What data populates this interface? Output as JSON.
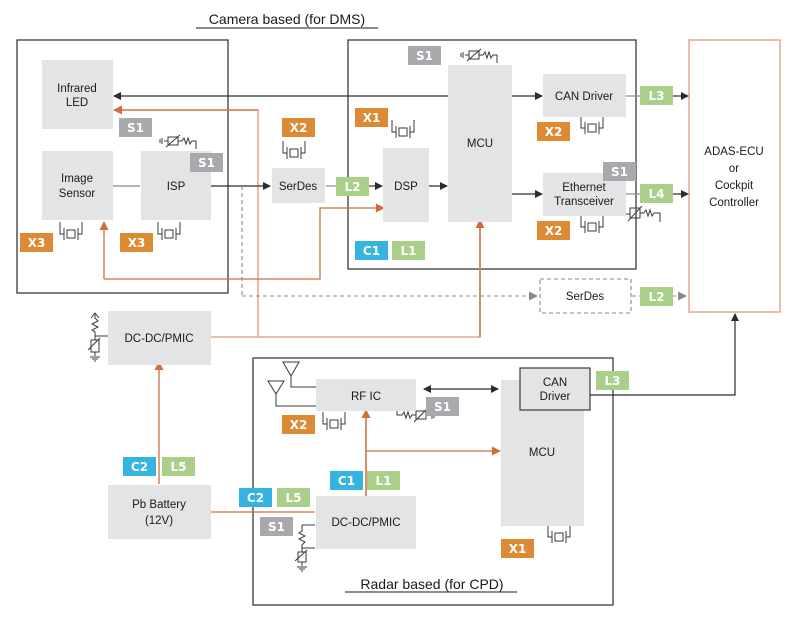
{
  "titles": {
    "camera": "Camera based (for DMS)",
    "radar": "Radar based (for CPD)"
  },
  "colors": {
    "badge_S": "#a7a9ac",
    "badge_X": "#dd8a35",
    "badge_C": "#35b3e1",
    "badge_L": "#a9cf88",
    "power_line": "#cf6e3b",
    "ecu_border": "#e7a88a"
  },
  "blocks": {
    "infrared_led": [
      "Infrared",
      "LED"
    ],
    "image_sensor": [
      "Image",
      "Sensor"
    ],
    "isp": "ISP",
    "serdes_cam": "SerDes",
    "dsp": "DSP",
    "mcu_cam": "MCU",
    "can_driver_cam": "CAN Driver",
    "ethernet": [
      "Ethernet",
      "Transceiver"
    ],
    "serdes_opt": "SerDes",
    "ecu": [
      "ADAS-ECU",
      "or",
      "Cockpit",
      "Controller"
    ],
    "dcdc_main": "DC-DC/PMIC",
    "battery": [
      "Pb Battery",
      "(12V)"
    ],
    "rf_ic": "RF IC",
    "can_driver_radar": [
      "CAN",
      "Driver"
    ],
    "mcu_radar": "MCU",
    "dcdc_radar": "DC-DC/PMIC"
  },
  "badges": {
    "S1": "S1",
    "X1": "X1",
    "X2": "X2",
    "X3": "X3",
    "C1": "C1",
    "C2": "C2",
    "L1": "L1",
    "L2": "L2",
    "L3": "L3",
    "L4": "L4",
    "L5": "L5"
  }
}
